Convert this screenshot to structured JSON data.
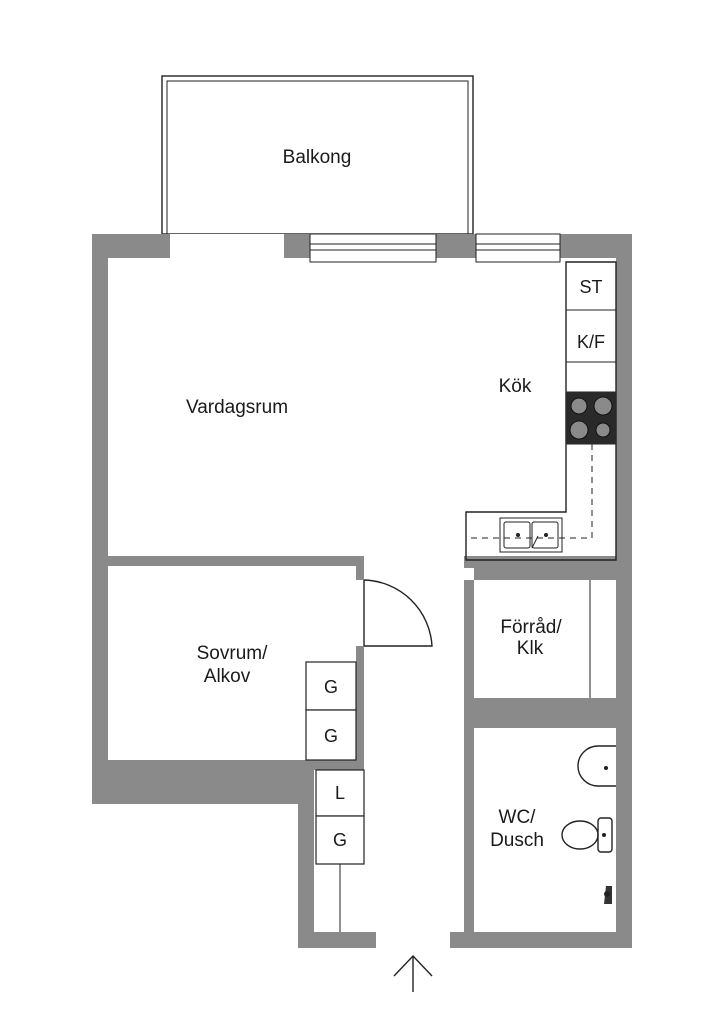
{
  "rooms": {
    "balcony": "Balkong",
    "living": "Vardagsrum",
    "kitchen": "Kök",
    "bedroom_line1": "Sovrum/",
    "bedroom_line2": "Alkov",
    "storage_line1": "Förråd/",
    "storage_line2": "Klk",
    "bath_line1": "WC/",
    "bath_line2": "Dusch"
  },
  "fixtures": {
    "stove_top": "ST",
    "fridge_freezer": "K/F",
    "wardrobe_1": "G",
    "wardrobe_2": "G",
    "wardrobe_3": "L",
    "wardrobe_4": "G"
  },
  "colors": {
    "wall": "#8a8a8a",
    "line": "#222222",
    "background": "#ffffff"
  },
  "icons": [
    "entrance-arrow-icon",
    "stove-icon",
    "sink-icon",
    "washbasin-icon",
    "toilet-icon",
    "shower-icon"
  ]
}
